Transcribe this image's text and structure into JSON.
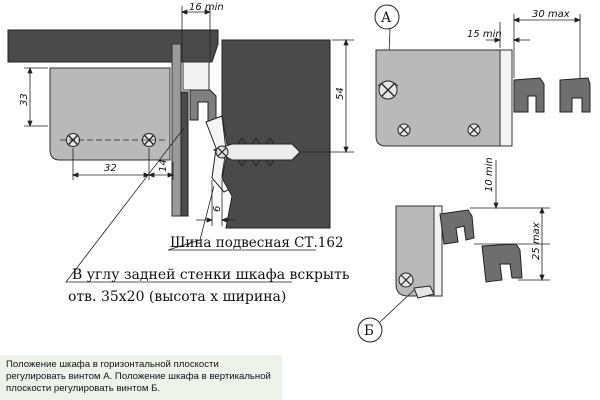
{
  "labels": {
    "rail": "Шина подвесная СТ.162",
    "corner_line1": "В углу задней стенки шкафа вскрыть",
    "corner_line2": "отв. 35х20 (высота х ширина)",
    "callout_a": "А",
    "callout_b": "Б"
  },
  "dimensions": {
    "top_16min": "16 min",
    "left_33": "33",
    "right_54": "54",
    "bottom_32": "32",
    "bottom_14": "14",
    "bottom_6": "6",
    "a_15min": "15 min",
    "a_30max": "30 max",
    "b_10min": "10 min",
    "b_25max": "25 max"
  },
  "note": {
    "text": "Положение шкафа в горизонтальной плоскости регулировать винтом А. Положение шкафа в вертикальной плоскости регулировать винтом Б."
  },
  "colors": {
    "wall": "#4a4a4a",
    "body": "#b9b9b9",
    "hardware": "#7f7f7f",
    "note_bg": "#eef3ea"
  }
}
